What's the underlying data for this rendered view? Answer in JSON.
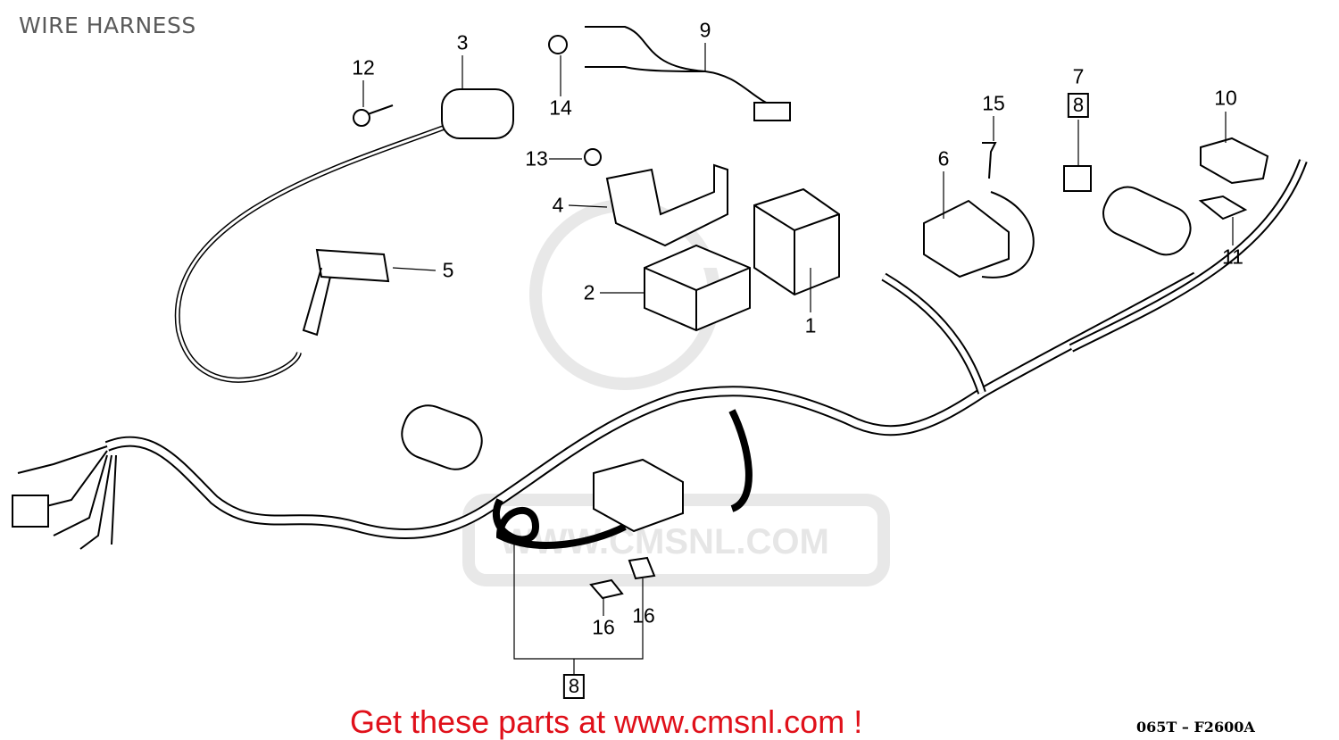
{
  "title": "WIRE HARNESS",
  "callouts": {
    "p1": "1",
    "p2": "2",
    "p3": "3",
    "p4": "4",
    "p5": "5",
    "p6": "6",
    "p7": "7",
    "p8a": "8",
    "p8b": "8",
    "p9": "9",
    "p10": "10",
    "p11": "11",
    "p12": "12",
    "p13": "13",
    "p14": "14",
    "p15": "15",
    "p16a": "16",
    "p16b": "16"
  },
  "watermark": "WWW.CMSNL.COM",
  "footer": "Get these parts at www.cmsnl.com !",
  "diagram_code": "065T – F2600A"
}
